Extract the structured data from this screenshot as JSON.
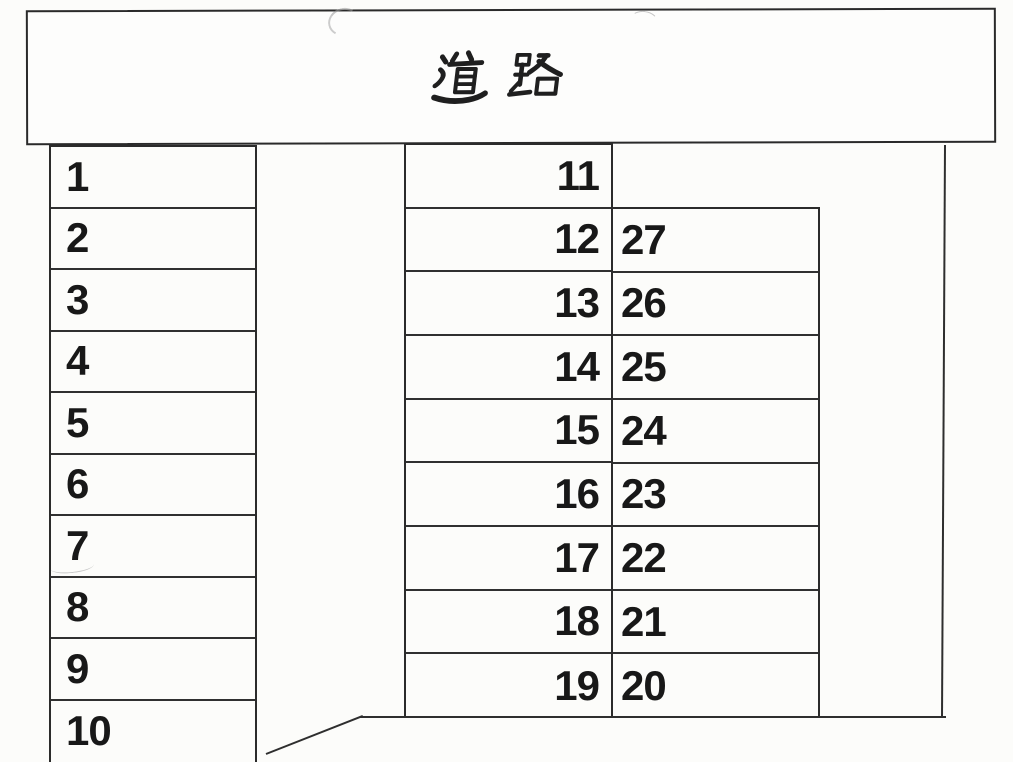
{
  "banner": {
    "label": "道 路"
  },
  "lot": {
    "left_column": {
      "spaces": [
        "1",
        "2",
        "3",
        "4",
        "5",
        "6",
        "7",
        "8",
        "9",
        "10"
      ]
    },
    "middle_column": {
      "spaces": [
        "11",
        "12",
        "13",
        "14",
        "15",
        "16",
        "17",
        "18",
        "19"
      ]
    },
    "right_column": {
      "spaces": [
        "27",
        "26",
        "25",
        "24",
        "23",
        "22",
        "21",
        "20"
      ]
    }
  },
  "colors": {
    "ink": "#1a1a1a",
    "line": "#2e2e2e",
    "paper": "#fcfcfa"
  }
}
